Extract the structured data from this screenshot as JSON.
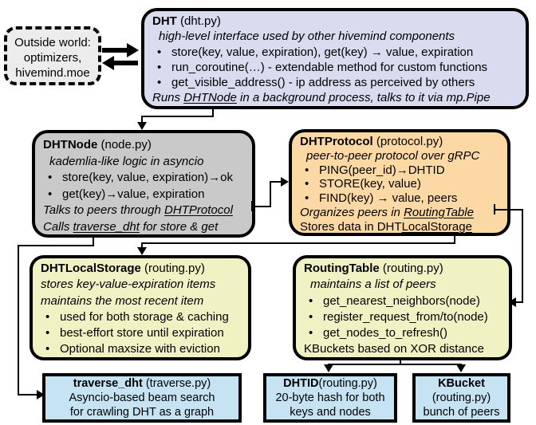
{
  "colors": {
    "border": "#000000",
    "dht_fill": "#d9dcee",
    "dhtnode_fill": "#c9c9c9",
    "dhtprotocol_fill": "#fcd8a5",
    "storage_fill": "#f0f2c4",
    "bottom_fill": "#c5e3f3",
    "outside_fill": "#ececec"
  },
  "outside_world": {
    "line1": "Outside world:",
    "line2": "optimizers,",
    "line3": "hivemind.moe"
  },
  "dht": {
    "title": "DHT",
    "file": " (dht.py)",
    "subtitle": "high-level interface used by other hivemind components",
    "bullets": [
      "store(key, value, expiration), get(key) → value, expiration",
      "run_coroutine(…) - extendable method for custom functions",
      "get_visible_address() - ip address as perceived by others"
    ],
    "footer_pre": "Runs ",
    "footer_link": "DHTNode",
    "footer_post": " in a background process, talks to it via mp.Pipe"
  },
  "dhtnode": {
    "title": "DHTNode",
    "file": " (node.py)",
    "subtitle": "kademlia-like logic in asyncio",
    "bullets": [
      "store(key, value, expiration)→ok",
      "get(key)→value, expiration"
    ],
    "talks_pre": "Talks to peers through ",
    "talks_link": "DHTProtocol",
    "calls_pre": "Calls ",
    "calls_link": "traverse_dht",
    "calls_post": " for store & get"
  },
  "dhtprotocol": {
    "title": "DHTProtocol",
    "file": " (protocol.py)",
    "subtitle": "peer-to-peer protocol over gRPC",
    "bullets": [
      "PING(peer_id)→DHTID",
      "STORE(key, value)",
      "FIND(key) → value, peers"
    ],
    "organizes_pre": "Organizes peers in ",
    "organizes_link": "RoutingTable",
    "stores_pre": "Stores data in DHT",
    "stores_link": "LocalStorage"
  },
  "dhtlocalstorage": {
    "title": "DHTLocalStorage",
    "file": " (routing.py)",
    "subtitle1": "stores key-value-expiration items",
    "subtitle2": "maintains the most recent item",
    "bullets": [
      "used for both storage & caching",
      "best-effort store until expiration",
      "Optional maxsize with eviction"
    ]
  },
  "routingtable": {
    "title": "RoutingTable",
    "file": " (routing.py)",
    "subtitle": "maintains a list of peers",
    "bullets": [
      "get_nearest_neighbors(node)",
      "register_request_from/to(node)",
      "get_nodes_to_refresh()"
    ],
    "footer": "KBuckets based on XOR distance"
  },
  "traverse_dht": {
    "title": "traverse_dht",
    "file": " (traverse.py)",
    "line2": "Asyncio-based beam search",
    "line3": "for crawling DHT as a graph"
  },
  "dhtid": {
    "title": "DHTID",
    "file": "(routing.py)",
    "line2": "20-byte hash for both",
    "line3": "keys and nodes"
  },
  "kbucket": {
    "title": "KBucket",
    "file": "(routing.py)",
    "line3": "bunch of peers"
  }
}
